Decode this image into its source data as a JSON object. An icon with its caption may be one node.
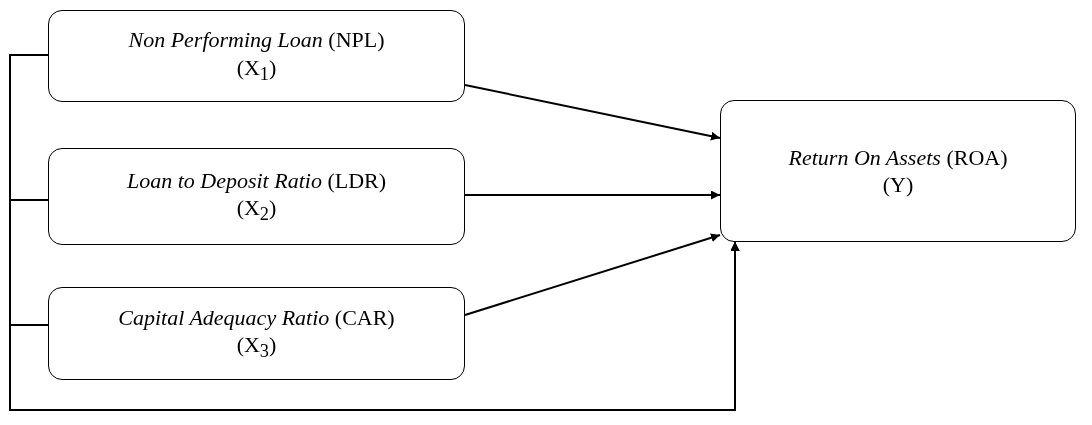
{
  "diagram": {
    "nodes": [
      {
        "text": [
          "*Non Performing Loan* (NPL)",
          "(X$_{1}$)"
        ]
      },
      {
        "text": [
          "*Loan to Deposit Ratio* (LDR)",
          "(X$_{2}$)"
        ]
      },
      {
        "text": [
          "*Capital Adequacy Ratio* (CAR)",
          "(X$_{3}$)"
        ]
      },
      {
        "text": [
          "*Return On Assets* (ROA)",
          "(Y)"
        ]
      }
    ],
    "edges": [
      {
        "from": 0,
        "to": 3,
        "arrow": "to"
      },
      {
        "from": 1,
        "to": 3,
        "arrow": "to"
      },
      {
        "from": 2,
        "to": 3,
        "arrow": "to"
      },
      {
        "from": 0,
        "to": 3,
        "arrow": "to"
      },
      {
        "from": 1,
        "to": 3,
        "arrow": "to"
      },
      {
        "from": 2,
        "to": 3,
        "arrow": "to"
      }
    ]
  }
}
